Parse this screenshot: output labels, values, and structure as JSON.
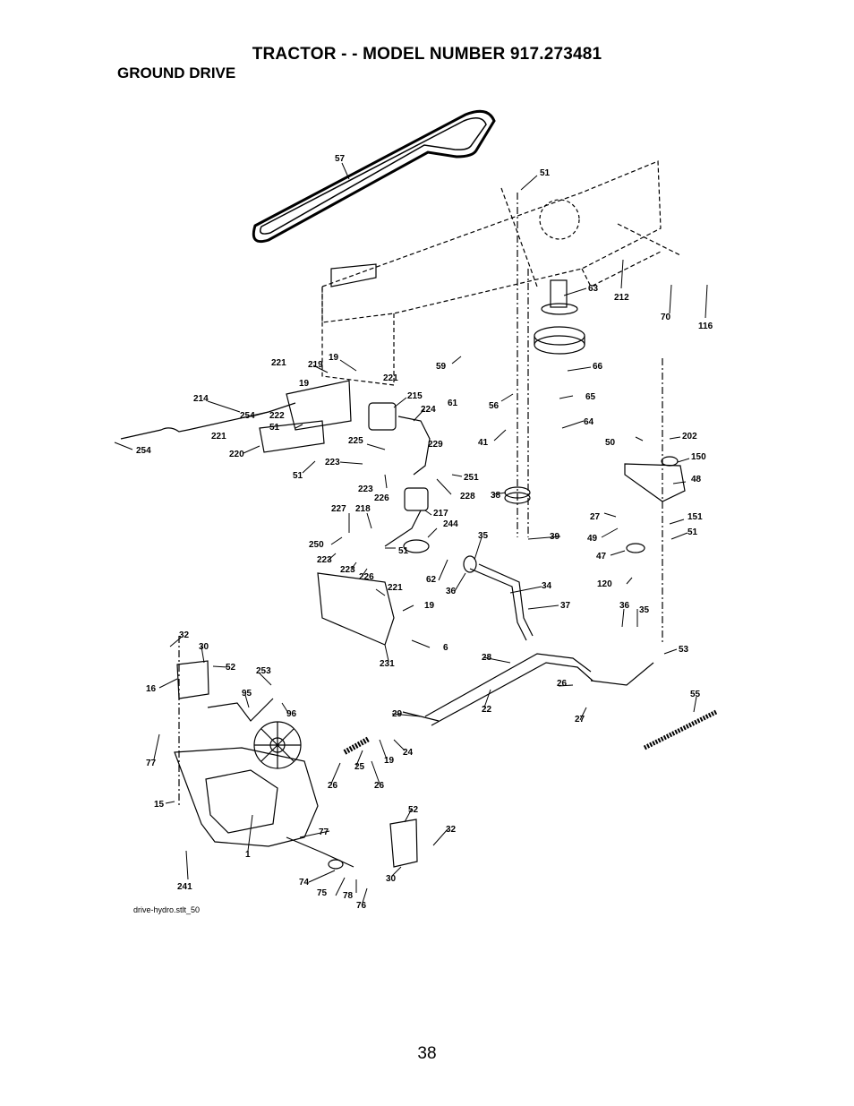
{
  "header": {
    "title": "TRACTOR - - MODEL NUMBER 917.273481",
    "section": "GROUND DRIVE"
  },
  "footer": {
    "filename": "drive-hydro.stlt_50",
    "page_number": "38"
  },
  "callouts": [
    {
      "id": "c57",
      "text": "57"
    },
    {
      "id": "c51a",
      "text": "51"
    },
    {
      "id": "c63",
      "text": "63"
    },
    {
      "id": "c212",
      "text": "212"
    },
    {
      "id": "c70",
      "text": "70"
    },
    {
      "id": "c116",
      "text": "116"
    },
    {
      "id": "c19a",
      "text": "19"
    },
    {
      "id": "c221a",
      "text": "221"
    },
    {
      "id": "c219",
      "text": "219"
    },
    {
      "id": "c221b",
      "text": "221"
    },
    {
      "id": "c19b",
      "text": "19"
    },
    {
      "id": "c59",
      "text": "59"
    },
    {
      "id": "c66",
      "text": "66"
    },
    {
      "id": "c215",
      "text": "215"
    },
    {
      "id": "c214",
      "text": "214"
    },
    {
      "id": "c61",
      "text": "61"
    },
    {
      "id": "c56",
      "text": "56"
    },
    {
      "id": "c65",
      "text": "65"
    },
    {
      "id": "c224",
      "text": "224"
    },
    {
      "id": "c254a",
      "text": "254"
    },
    {
      "id": "c222",
      "text": "222"
    },
    {
      "id": "c51b",
      "text": "51"
    },
    {
      "id": "c64",
      "text": "64"
    },
    {
      "id": "c221c",
      "text": "221"
    },
    {
      "id": "c41",
      "text": "41"
    },
    {
      "id": "c225",
      "text": "225"
    },
    {
      "id": "c229",
      "text": "229"
    },
    {
      "id": "c50",
      "text": "50"
    },
    {
      "id": "c202",
      "text": "202"
    },
    {
      "id": "c254b",
      "text": "254"
    },
    {
      "id": "c220",
      "text": "220"
    },
    {
      "id": "c51c",
      "text": "51"
    },
    {
      "id": "c223a",
      "text": "223"
    },
    {
      "id": "c251",
      "text": "251"
    },
    {
      "id": "c150",
      "text": "150"
    },
    {
      "id": "c48",
      "text": "48"
    },
    {
      "id": "c223b",
      "text": "223"
    },
    {
      "id": "c226a",
      "text": "226"
    },
    {
      "id": "c228",
      "text": "228"
    },
    {
      "id": "c38",
      "text": "38"
    },
    {
      "id": "c227",
      "text": "227"
    },
    {
      "id": "c218",
      "text": "218"
    },
    {
      "id": "c217",
      "text": "217"
    },
    {
      "id": "c244",
      "text": "244"
    },
    {
      "id": "c27a",
      "text": "27"
    },
    {
      "id": "c151",
      "text": "151"
    },
    {
      "id": "c250",
      "text": "250"
    },
    {
      "id": "c35a",
      "text": "35"
    },
    {
      "id": "c39",
      "text": "39"
    },
    {
      "id": "c49",
      "text": "49"
    },
    {
      "id": "c51d",
      "text": "51"
    },
    {
      "id": "c51e",
      "text": "51"
    },
    {
      "id": "c223c",
      "text": "223"
    },
    {
      "id": "c47",
      "text": "47"
    },
    {
      "id": "c223d",
      "text": "223"
    },
    {
      "id": "c226b",
      "text": "226"
    },
    {
      "id": "c62",
      "text": "62"
    },
    {
      "id": "c34",
      "text": "34"
    },
    {
      "id": "c120",
      "text": "120"
    },
    {
      "id": "c221d",
      "text": "221"
    },
    {
      "id": "c36a",
      "text": "36"
    },
    {
      "id": "c37",
      "text": "37"
    },
    {
      "id": "c36b",
      "text": "36"
    },
    {
      "id": "c35b",
      "text": "35"
    },
    {
      "id": "c19c",
      "text": "19"
    },
    {
      "id": "c32a",
      "text": "32"
    },
    {
      "id": "c30a",
      "text": "30"
    },
    {
      "id": "c6",
      "text": "6"
    },
    {
      "id": "c53",
      "text": "53"
    },
    {
      "id": "c52a",
      "text": "52"
    },
    {
      "id": "c231",
      "text": "231"
    },
    {
      "id": "c28",
      "text": "28"
    },
    {
      "id": "c253",
      "text": "253"
    },
    {
      "id": "c16",
      "text": "16"
    },
    {
      "id": "c95",
      "text": "95"
    },
    {
      "id": "c26a",
      "text": "26"
    },
    {
      "id": "c55",
      "text": "55"
    },
    {
      "id": "c96",
      "text": "96"
    },
    {
      "id": "c29",
      "text": "29"
    },
    {
      "id": "c22",
      "text": "22"
    },
    {
      "id": "c27b",
      "text": "27"
    },
    {
      "id": "c24",
      "text": "24"
    },
    {
      "id": "c77a",
      "text": "77"
    },
    {
      "id": "c19d",
      "text": "19"
    },
    {
      "id": "c25",
      "text": "25"
    },
    {
      "id": "c26b",
      "text": "26"
    },
    {
      "id": "c26c",
      "text": "26"
    },
    {
      "id": "c15",
      "text": "15"
    },
    {
      "id": "c52b",
      "text": "52"
    },
    {
      "id": "c32b",
      "text": "32"
    },
    {
      "id": "c77b",
      "text": "77"
    },
    {
      "id": "c1",
      "text": "1"
    },
    {
      "id": "c30b",
      "text": "30"
    },
    {
      "id": "c74",
      "text": "74"
    },
    {
      "id": "c241",
      "text": "241"
    },
    {
      "id": "c75",
      "text": "75"
    },
    {
      "id": "c78",
      "text": "78"
    },
    {
      "id": "c76",
      "text": "76"
    }
  ]
}
